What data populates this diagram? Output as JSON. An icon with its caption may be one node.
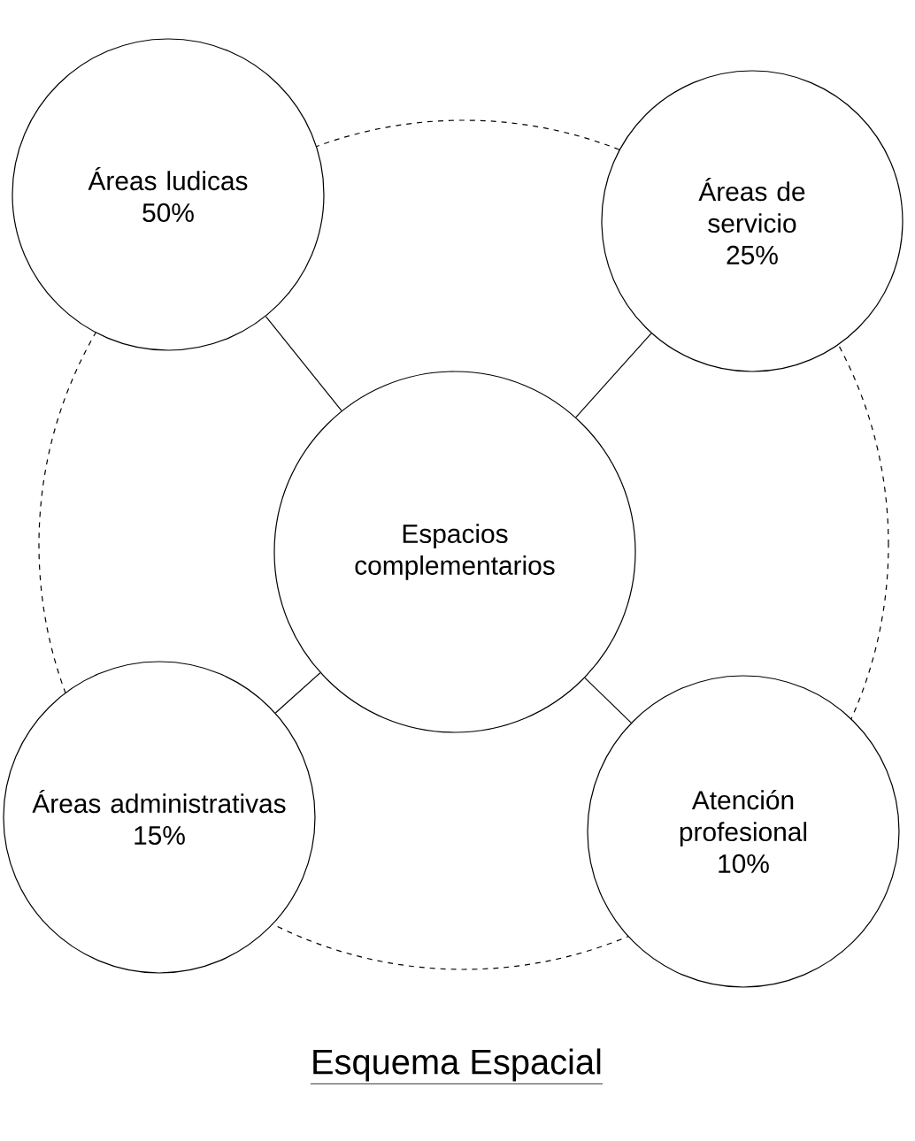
{
  "diagram": {
    "title": "Esquema Espacial",
    "nodes": [
      {
        "text": [
          "Espacios complementarios"
        ]
      },
      {
        "text": [
          "Áreas ludicas",
          "50%"
        ]
      },
      {
        "text": [
          "Áreas de servicio",
          "25%"
        ]
      },
      {
        "text": [
          "Áreas administrativas",
          "15%"
        ]
      },
      {
        "text": [
          "Atención profesional",
          "10%"
        ]
      }
    ],
    "edges": [
      {
        "from": 0,
        "to": 1,
        "arrow": "none"
      },
      {
        "from": 0,
        "to": 2,
        "arrow": "none"
      },
      {
        "from": 0,
        "to": 3,
        "arrow": "none"
      },
      {
        "from": 0,
        "to": 4,
        "arrow": "none"
      }
    ]
  }
}
